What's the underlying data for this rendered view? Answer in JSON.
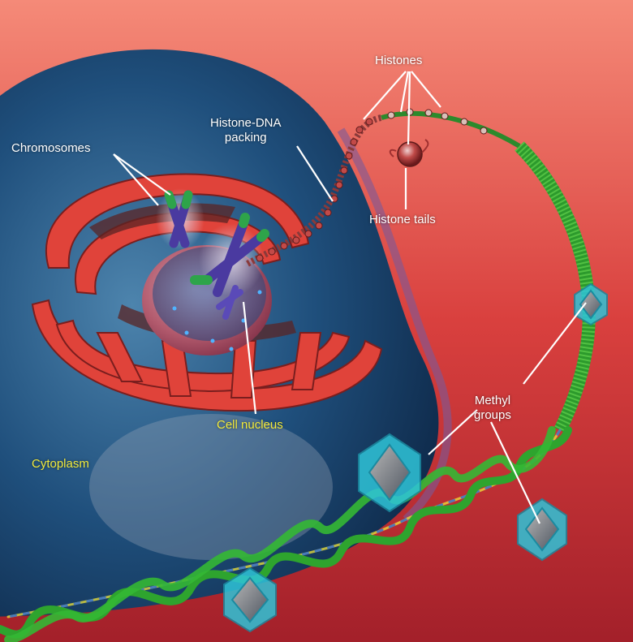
{
  "labels": {
    "histones": "Histones",
    "histone_dna_packing": "Histone-DNA\npacking",
    "chromosomes": "Chromosomes",
    "histone_tails": "Histone tails",
    "cell_nucleus": "Cell nucleus",
    "cytoplasm": "Cytoplasm",
    "methyl_groups": "Methyl\ngroups"
  },
  "colors": {
    "background_top": "#f07a6a",
    "background_bottom": "#b3262c",
    "cell_body": "#1d4f7a",
    "organelle": "#e0433a",
    "dna_backbone": "#2da42f",
    "methyl_group": "#2fc4d8",
    "label_white": "#ffffff",
    "label_yellow": "#f2ea3a"
  }
}
